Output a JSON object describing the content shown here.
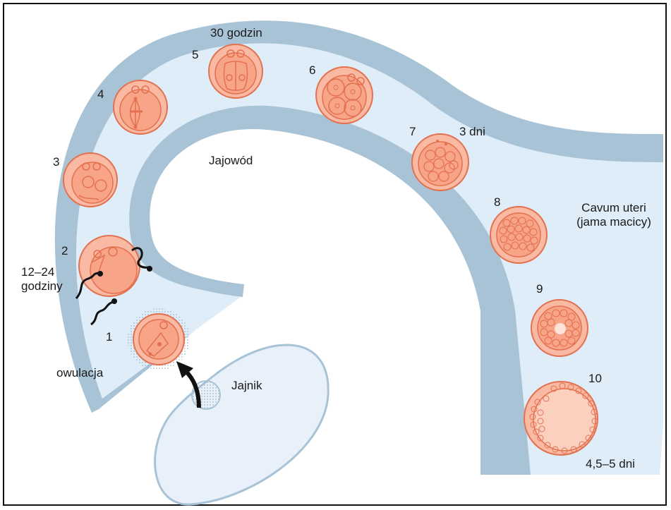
{
  "labels": {
    "stage_1": "1",
    "stage_2": "2",
    "stage_3": "3",
    "stage_4": "4",
    "stage_5": "5",
    "stage_6": "6",
    "stage_7": "7",
    "stage_8": "8",
    "stage_9": "9",
    "stage_10": "10",
    "time_30h": "30 godzin",
    "time_3d": "3 dni",
    "time_12_24h_line1": "12–24",
    "time_12_24h_line2": "godziny",
    "time_4_5d": "4,5–5 dni",
    "oviduct": "Jajowód",
    "cavum_line1": "Cavum uteri",
    "cavum_line2": "(jama macicy)",
    "ovary": "Jajnik",
    "ovulation": "owulacja"
  },
  "colors": {
    "tube_wall": "#a9c3d6",
    "tube_lumen": "#deedf8",
    "cell_fill": "#f7a489",
    "cell_outer": "#f9b9a2",
    "cell_stroke": "#e3704f",
    "ovary_fill": "#e8f1fa",
    "ovary_stroke": "#a9c3d6",
    "sperm": "#111111",
    "arrow": "#111111"
  }
}
